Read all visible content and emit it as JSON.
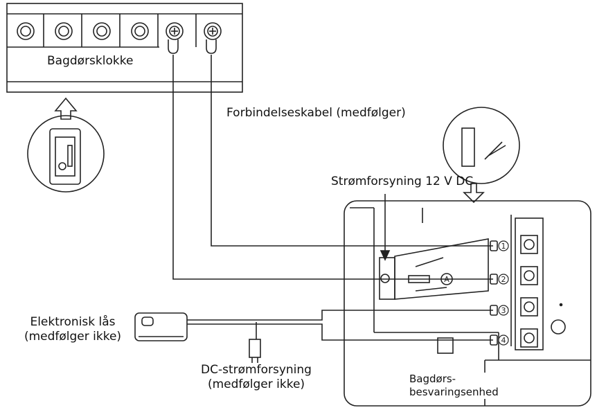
{
  "labels": {
    "doorbell": "Bagdørsklokke",
    "cable": "Forbindelseskabel (medfølger)",
    "power": "Strømforsyning 12 V DC",
    "lock_line1": "Elektronisk lås",
    "lock_line2": "(medfølger ikke)",
    "dc_line1": "DC-strømforsyning",
    "dc_line2": "(medfølger ikke)",
    "unit_line1": "Bagdørs-",
    "unit_line2": "besvaringsenhed"
  },
  "terminals": [
    "1",
    "2",
    "3",
    "4"
  ],
  "unit_marker": "A"
}
